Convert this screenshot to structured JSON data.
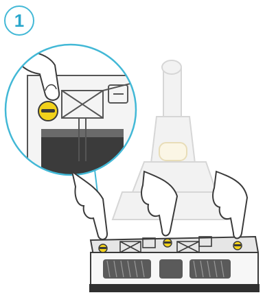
{
  "step": {
    "number": "1"
  },
  "icons": {
    "step_badge": "numbered-circle",
    "screws": [
      "screw-left",
      "screw-middle",
      "screw-right"
    ],
    "magnified_screw": "screw-magnified"
  },
  "colors": {
    "accent": "#42b8d6",
    "screw": "#f2d21b",
    "outline": "#3a3a3a",
    "ghost": "#d7d7d7",
    "brush_bar": "#5a5a5a"
  }
}
